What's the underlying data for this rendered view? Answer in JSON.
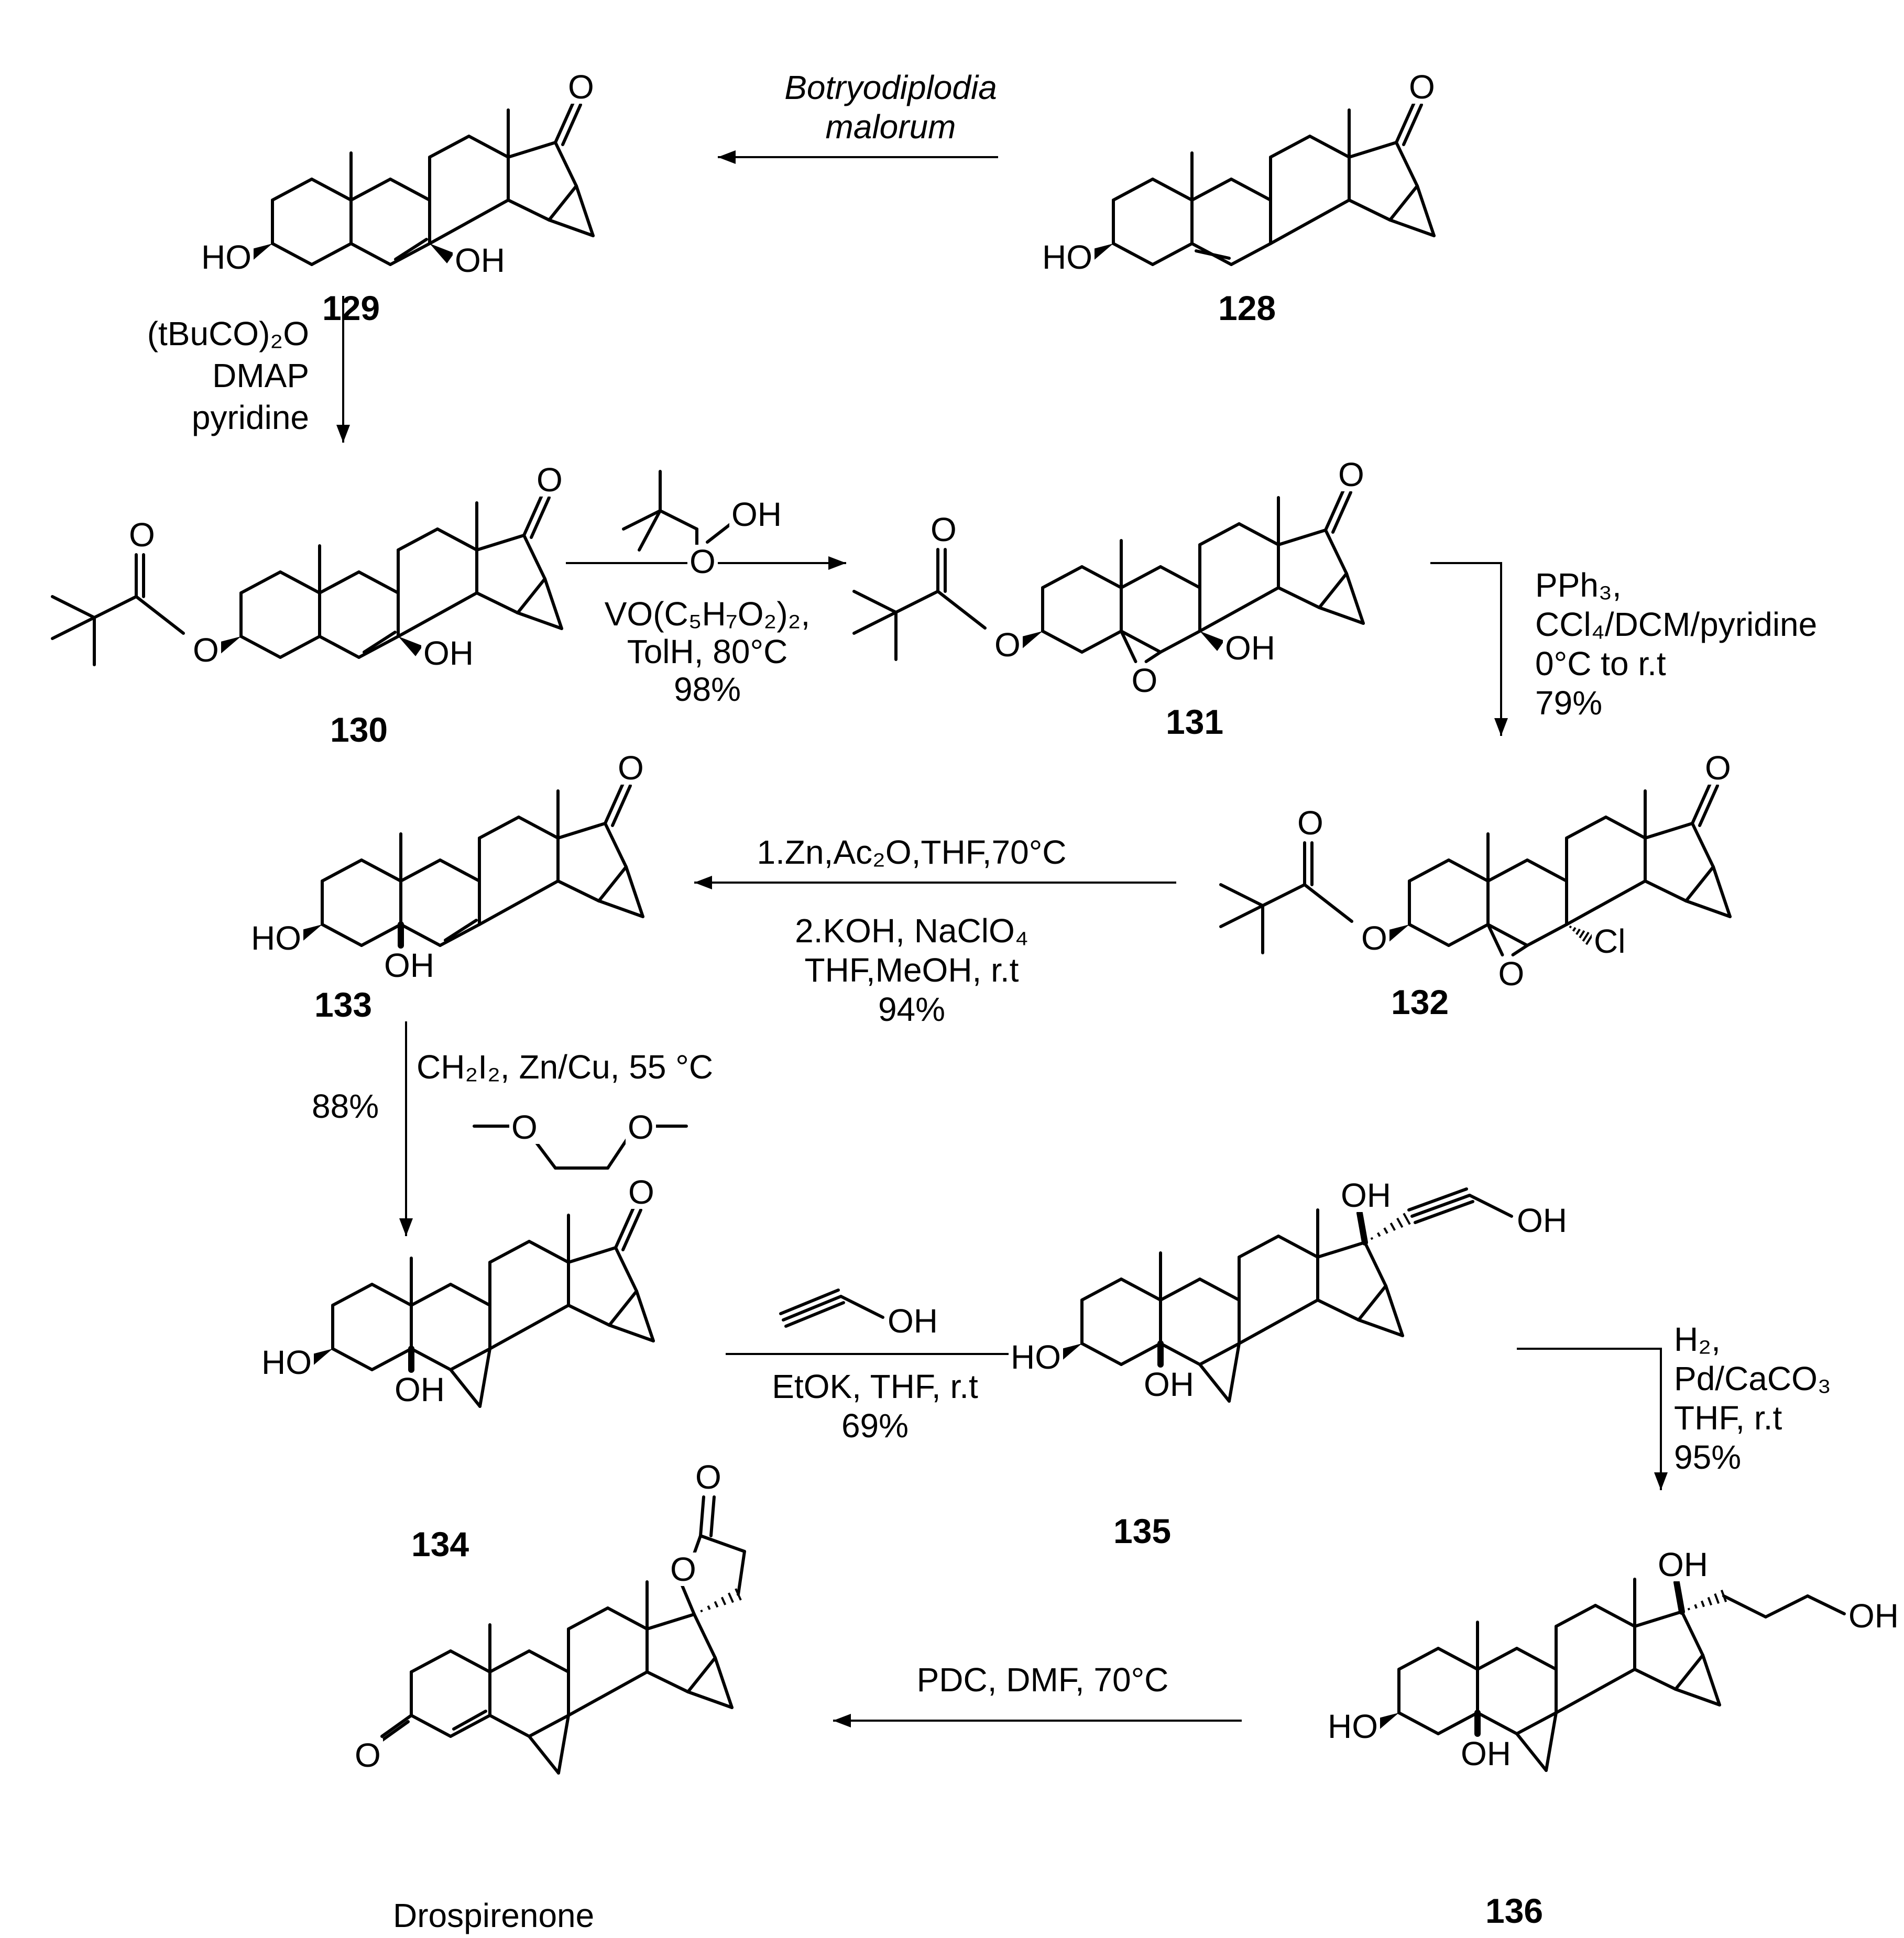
{
  "diagram": {
    "type": "reaction-scheme",
    "compounds": [
      {
        "id": "128",
        "label": "128"
      },
      {
        "id": "129",
        "label": "129"
      },
      {
        "id": "130",
        "label": "130"
      },
      {
        "id": "131",
        "label": "131"
      },
      {
        "id": "132",
        "label": "132"
      },
      {
        "id": "133",
        "label": "133"
      },
      {
        "id": "134",
        "label": "134"
      },
      {
        "id": "135",
        "label": "135"
      },
      {
        "id": "136",
        "label": "136"
      },
      {
        "id": "drospirenone",
        "label": "Drospirenone"
      }
    ],
    "atoms": {
      "O": "O",
      "HO": "HO",
      "OH": "OH",
      "Cl": "Cl"
    },
    "steps": [
      {
        "from": "128",
        "to": "129",
        "conditions": [
          "Botryodiplodia",
          "malorum"
        ]
      },
      {
        "from": "129",
        "to": "130",
        "conditions": [
          "(tBuCO)₂O",
          "DMAP",
          "pyridine"
        ]
      },
      {
        "from": "130",
        "to": "131",
        "reagent_structure": "O-OH",
        "conditions": [
          "VO(C₅H₇O₂)₂,",
          "TolH,  80°C",
          "98%"
        ]
      },
      {
        "from": "131",
        "to": "132",
        "conditions": [
          "PPh₃,",
          "CCl₄/DCM/pyridine",
          "0°C to r.t",
          "79%"
        ]
      },
      {
        "from": "132",
        "to": "133",
        "conditions": [
          "1.Zn,Ac₂O,THF,70°C",
          "2.KOH,  NaClO₄",
          "THF,MeOH,  r.t",
          "94%"
        ]
      },
      {
        "from": "133",
        "to": "134",
        "conditions": [
          "CH₂I₂, Zn/Cu, 55 °C",
          "88%"
        ],
        "solvent_structure": "O-O"
      },
      {
        "from": "134",
        "to": "135",
        "reagent_structure": "OH",
        "conditions": [
          "EtOK, THF,  r.t",
          "69%"
        ]
      },
      {
        "from": "135",
        "to": "136",
        "conditions": [
          "H₂,",
          "Pd/CaCO₃",
          "THF,  r.t",
          "95%"
        ]
      },
      {
        "from": "136",
        "to": "drospirenone",
        "conditions": [
          "PDC,  DMF,  70°C"
        ]
      }
    ]
  }
}
